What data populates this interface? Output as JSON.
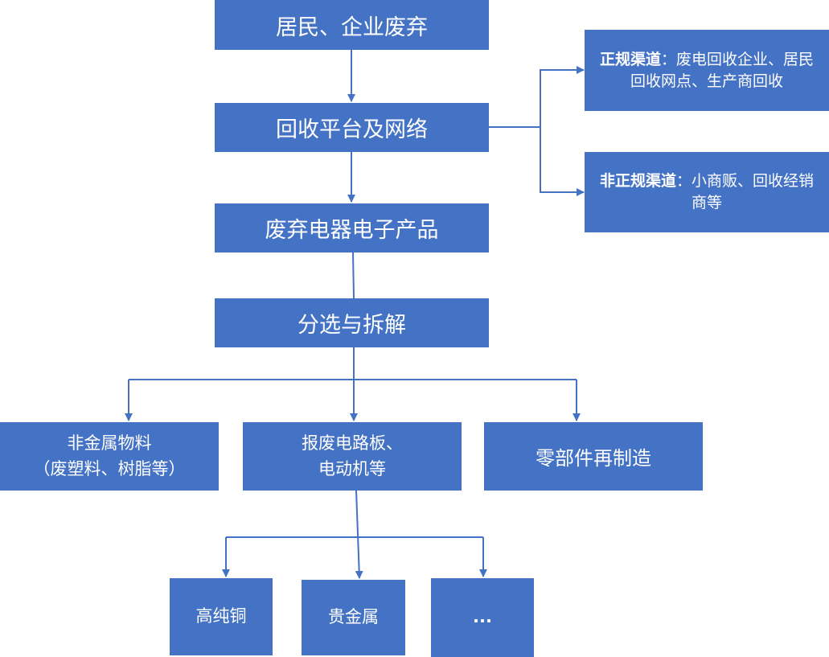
{
  "nodes": {
    "source": "居民、企业废弃",
    "recycling_platform": "回收平台及网络",
    "formal_channel_label": "正规渠道",
    "formal_channel_text": "：废电回收企业、居民回收网点、生产商回收",
    "informal_channel_label": "非正规渠道",
    "informal_channel_text": "：小商贩、回收经销商等",
    "waste_products": "废弃电器电子产品",
    "sorting_dismantling": "分选与拆解",
    "non_metal_line1": "非金属物料",
    "non_metal_line2": "（废塑料、树脂等）",
    "scrap_boards_line1": "报废电路板、",
    "scrap_boards_line2": "电动机等",
    "remanufacture": "零部件再制造",
    "high_purity_copper": "高纯铜",
    "precious_metals": "贵金属",
    "ellipsis": "..."
  },
  "colors": {
    "box_fill": "#4472c4",
    "box_text": "#ffffff",
    "connector": "#4472c4"
  }
}
